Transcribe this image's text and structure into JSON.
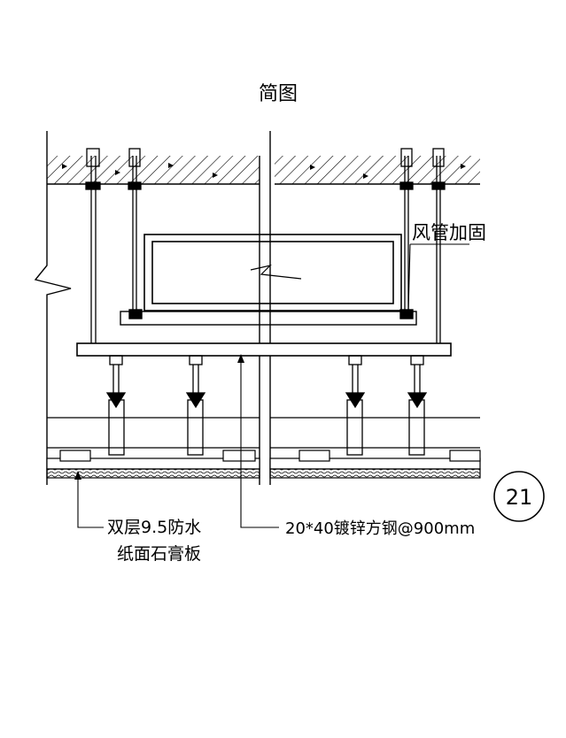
{
  "title": "简图",
  "callouts": {
    "duct_reinforce": "风管加固",
    "gypsum_line1": "双层9.5防水",
    "gypsum_line2": "纸面石膏板",
    "steel": "20*40镀锌方钢@900mm"
  },
  "detail_number": "21"
}
